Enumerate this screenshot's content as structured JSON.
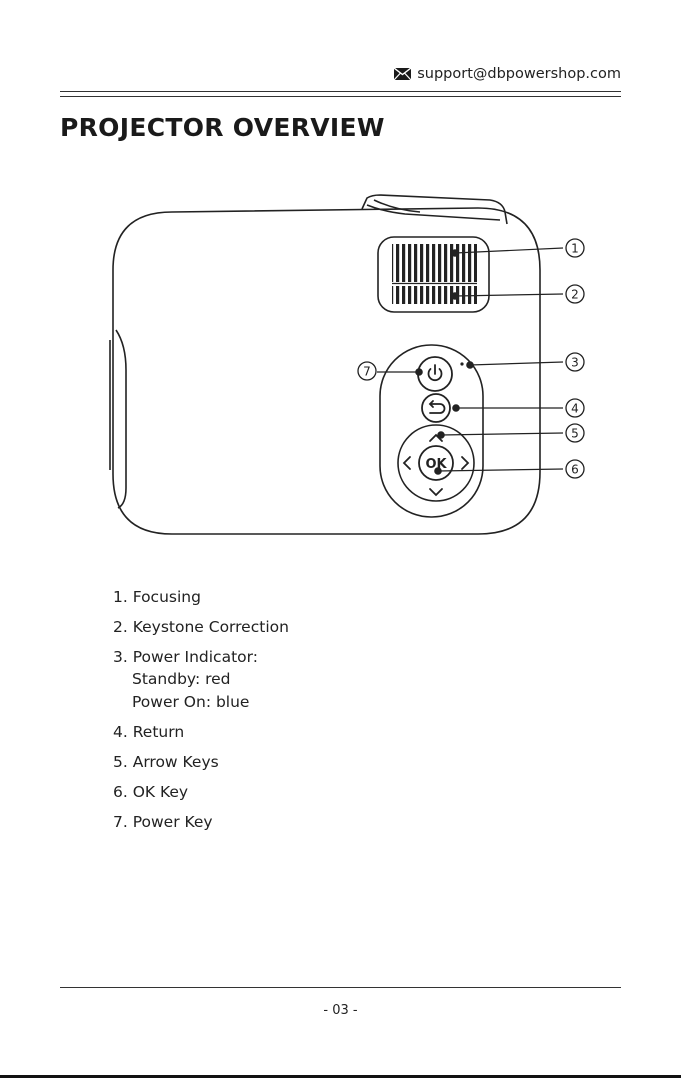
{
  "header": {
    "email": "support@dbpowershop.com",
    "icon": "mail-icon"
  },
  "title": "PROJECTOR OVERVIEW",
  "callouts": [
    "1",
    "2",
    "3",
    "4",
    "5",
    "6",
    "7"
  ],
  "device": {
    "ok_label": "OK"
  },
  "features": [
    {
      "label": "1. Focusing"
    },
    {
      "label": "2. Keystone Correction"
    },
    {
      "label": "3. Power Indicator:",
      "sub": [
        "Standby: red",
        "Power On: blue"
      ]
    },
    {
      "label": "4. Return"
    },
    {
      "label": "5. Arrow Keys"
    },
    {
      "label": "6. OK Key"
    },
    {
      "label": "7. Power Key"
    }
  ],
  "footer": {
    "page": "- 03 -"
  }
}
